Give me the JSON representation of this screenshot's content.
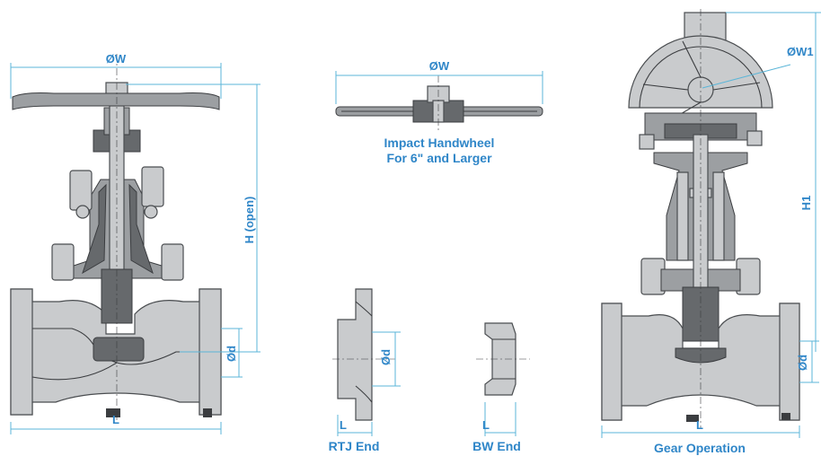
{
  "labels": {
    "globe_w": "ØW",
    "globe_h_open": "H (open)",
    "globe_d": "Ød",
    "globe_l": "L",
    "impact_w": "ØW",
    "impact_caption_line1": "Impact Handwheel",
    "impact_caption_line2": "For 6\" and Larger",
    "rtj_d": "Ød",
    "rtj_l": "L",
    "rtj_caption": "RTJ End",
    "bw_l": "L",
    "bw_caption": "BW End",
    "gear_w1": "ØW1",
    "gear_h1": "H1",
    "gear_d": "Ød",
    "gear_l": "L",
    "gear_caption": "Gear Operation"
  },
  "colors": {
    "dimension_text": "#2f86c8",
    "dimension_line": "#5bb6d8",
    "metal_light": "#c9cbcd",
    "metal_dark": "#66696c"
  }
}
